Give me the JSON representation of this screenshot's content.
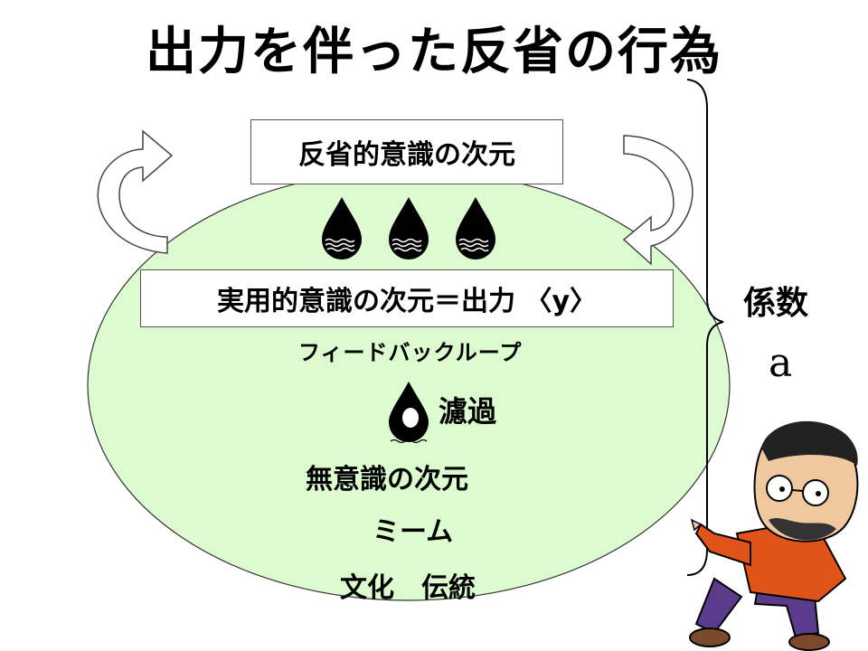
{
  "title": "出力を伴った反省の行為",
  "reflective_dimension": "反省的意識の次元",
  "practical_dimension": "実用的意識の次元＝出力 〈y〉",
  "feedback_loop": "フィードバックループ",
  "filter": "濾過",
  "unconscious_dimension": "無意識の次元",
  "meme": "ミーム",
  "culture_tradition": "文化　伝統",
  "coefficient": {
    "label": "係数",
    "symbol": "a"
  },
  "colors": {
    "ellipse_fill": "#dcfcd0",
    "drop": "#000000"
  }
}
